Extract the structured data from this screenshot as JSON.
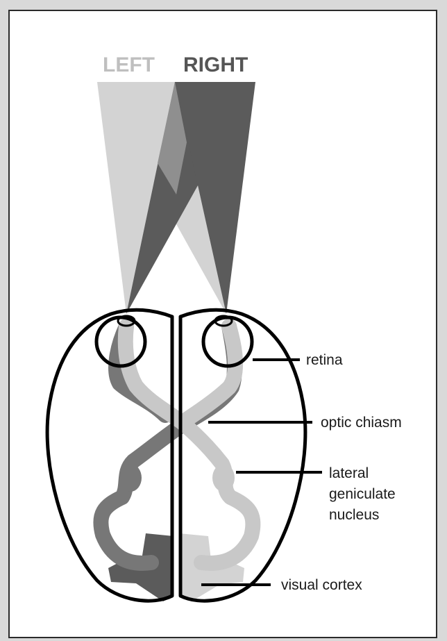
{
  "header": {
    "left_label": "LEFT",
    "right_label": "RIGHT"
  },
  "labels": {
    "retina": "retina",
    "optic_chiasm": "optic chiasm",
    "lgn_line1": "lateral",
    "lgn_line2": "geniculate",
    "lgn_line3": "nucleus",
    "visual_cortex": "visual cortex"
  },
  "colors": {
    "left_field": "#d3d3d3",
    "right_field": "#5b5b5b",
    "overlap_field": "#8f8f8f",
    "left_label": "#bfbfbf",
    "right_label": "#555555",
    "outline": "#000000"
  }
}
